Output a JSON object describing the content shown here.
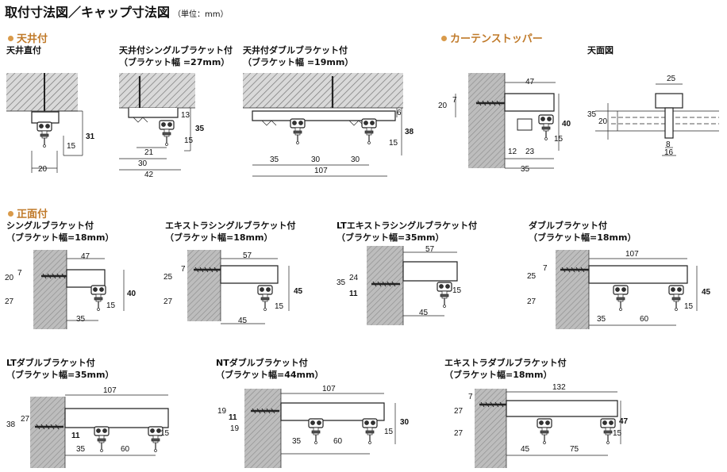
{
  "header": {
    "title": "取付寸法図／キャップ寸法図",
    "unit": "（単位：mm）"
  },
  "sections": {
    "ceiling": "天井付",
    "stopper": "カーテンストッパー",
    "front": "正面付"
  },
  "captions": {
    "c1": [
      "天井直付"
    ],
    "c2": [
      "天井付シングルブラケット付",
      "（ブラケット幅 =27mm）"
    ],
    "c3": [
      "天井付ダブルブラケット付",
      "（ブラケット幅 =19mm）"
    ],
    "c4": [
      "天面図"
    ],
    "f1": [
      "シングルブラケット付",
      "（ブラケット幅=18mm）"
    ],
    "f2": [
      "エキストラシングルブラケット付",
      "（ブラケット幅=18mm）"
    ],
    "f3": [
      "LTエキストラシングルブラケット付",
      "（ブラケット幅=35mm）"
    ],
    "f4": [
      "ダブルブラケット付",
      "（ブラケット幅=18mm）"
    ],
    "f5": [
      "LTダブルブラケット付",
      "（ブラケット幅=35mm）"
    ],
    "f6": [
      "NTダブルブラケット付",
      "（ブラケット幅=44mm）"
    ],
    "f7": [
      "エキストラダブルブラケット付",
      "（ブラケット幅=18mm）"
    ]
  },
  "dims": {
    "c1": {
      "a": "31",
      "b": "15",
      "w": "20"
    },
    "c2": {
      "a": "13",
      "b": "35",
      "c": "15",
      "d": "21",
      "e": "30",
      "w": "42"
    },
    "c3": {
      "a": "6",
      "b": "38",
      "c": "15",
      "d": "35",
      "e": "30",
      "f": "30",
      "w": "107"
    },
    "stop": {
      "a": "47",
      "b": "7",
      "c": "20",
      "d": "40",
      "e": "15",
      "f": "12",
      "g": "23",
      "h": "35"
    },
    "top": {
      "a": "25",
      "b": "35",
      "c": "20",
      "d": "8",
      "e": "16"
    },
    "f1": {
      "a": "47",
      "b": "7",
      "c": "20",
      "d": "27",
      "e": "40",
      "f": "15",
      "g": "35"
    },
    "f2": {
      "a": "57",
      "b": "7",
      "c": "25",
      "d": "27",
      "e": "45",
      "f": "15",
      "g": "45"
    },
    "f3": {
      "a": "57",
      "b": "24",
      "c": "35",
      "d": "11",
      "e": "15",
      "f": "45"
    },
    "f4": {
      "a": "107",
      "b": "7",
      "c": "25",
      "d": "27",
      "e": "45",
      "f": "15",
      "g": "35",
      "h": "60"
    },
    "f5": {
      "a": "107",
      "b": "27",
      "c": "38",
      "d": "11",
      "e": "15",
      "f": "35",
      "g": "60"
    },
    "f6": {
      "a": "107",
      "b": "19",
      "c": "11",
      "d": "19",
      "e": "30",
      "f": "15",
      "g": "35",
      "h": "60"
    },
    "f7": {
      "a": "132",
      "b": "7",
      "c": "27",
      "d": "27",
      "e": "47",
      "f": "15",
      "g": "45",
      "h": "75"
    }
  }
}
